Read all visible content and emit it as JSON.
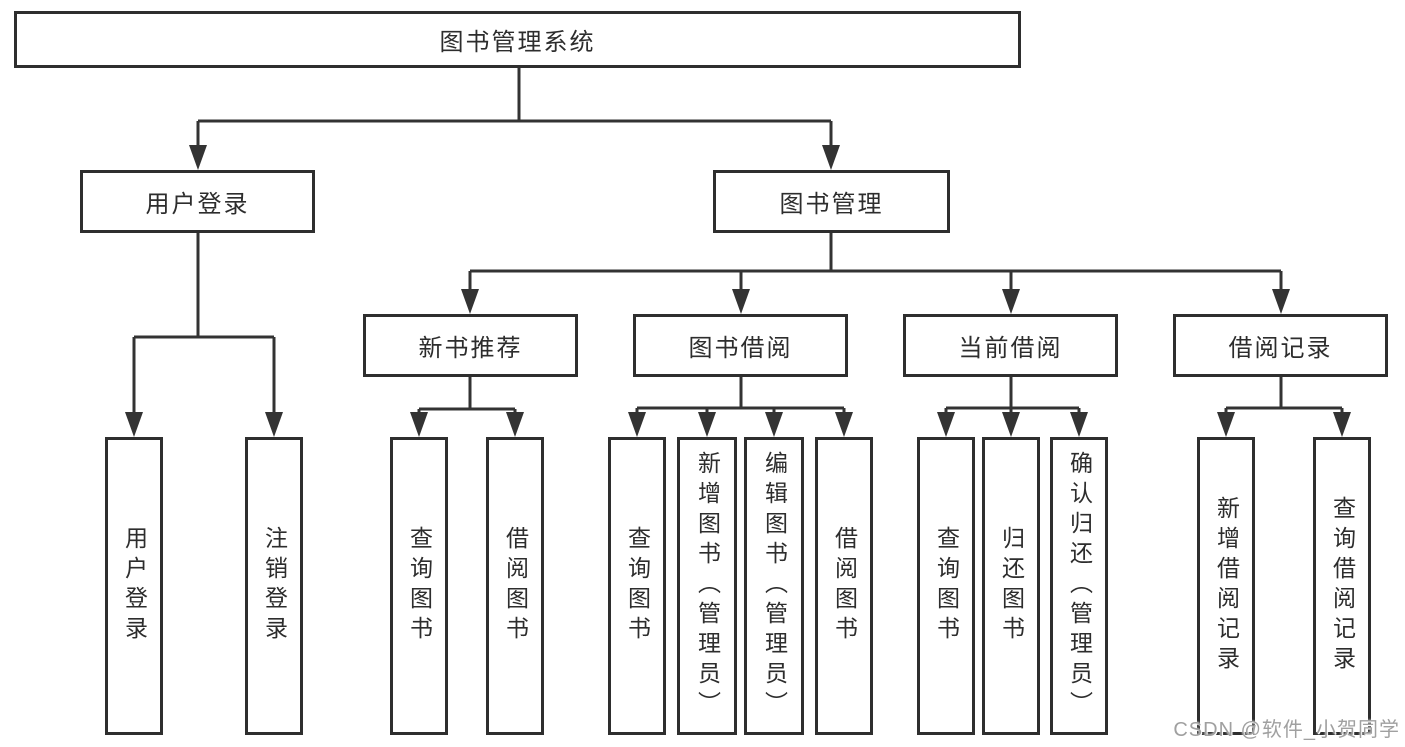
{
  "diagram": {
    "tree": {
      "root": {
        "label": "图书管理系统"
      },
      "branches": [
        {
          "label": "用户登录",
          "children": [
            {
              "label": "用户登录"
            },
            {
              "label": "注销登录"
            }
          ]
        },
        {
          "label": "图书管理",
          "children": [
            {
              "label": "新书推荐",
              "children": [
                {
                  "label": "查询图书"
                },
                {
                  "label": "借阅图书"
                }
              ]
            },
            {
              "label": "图书借阅",
              "children": [
                {
                  "label": "查询图书"
                },
                {
                  "label": "新增图书（管理员）"
                },
                {
                  "label": "编辑图书（管理员）"
                },
                {
                  "label": "借阅图书"
                }
              ]
            },
            {
              "label": "当前借阅",
              "children": [
                {
                  "label": "查询图书"
                },
                {
                  "label": "归还图书"
                },
                {
                  "label": "确认归还（管理员）"
                }
              ]
            },
            {
              "label": "借阅记录",
              "children": [
                {
                  "label": "新增借阅记录"
                },
                {
                  "label": "查询借阅记录"
                }
              ]
            }
          ]
        }
      ]
    },
    "watermark": "CSDN @软件_小贺同学",
    "colors": {
      "line": "#333333",
      "border": "#2e2e2e",
      "text": "#2d2d2d",
      "background": "#ffffff",
      "watermark": "#a0a0a0"
    }
  }
}
